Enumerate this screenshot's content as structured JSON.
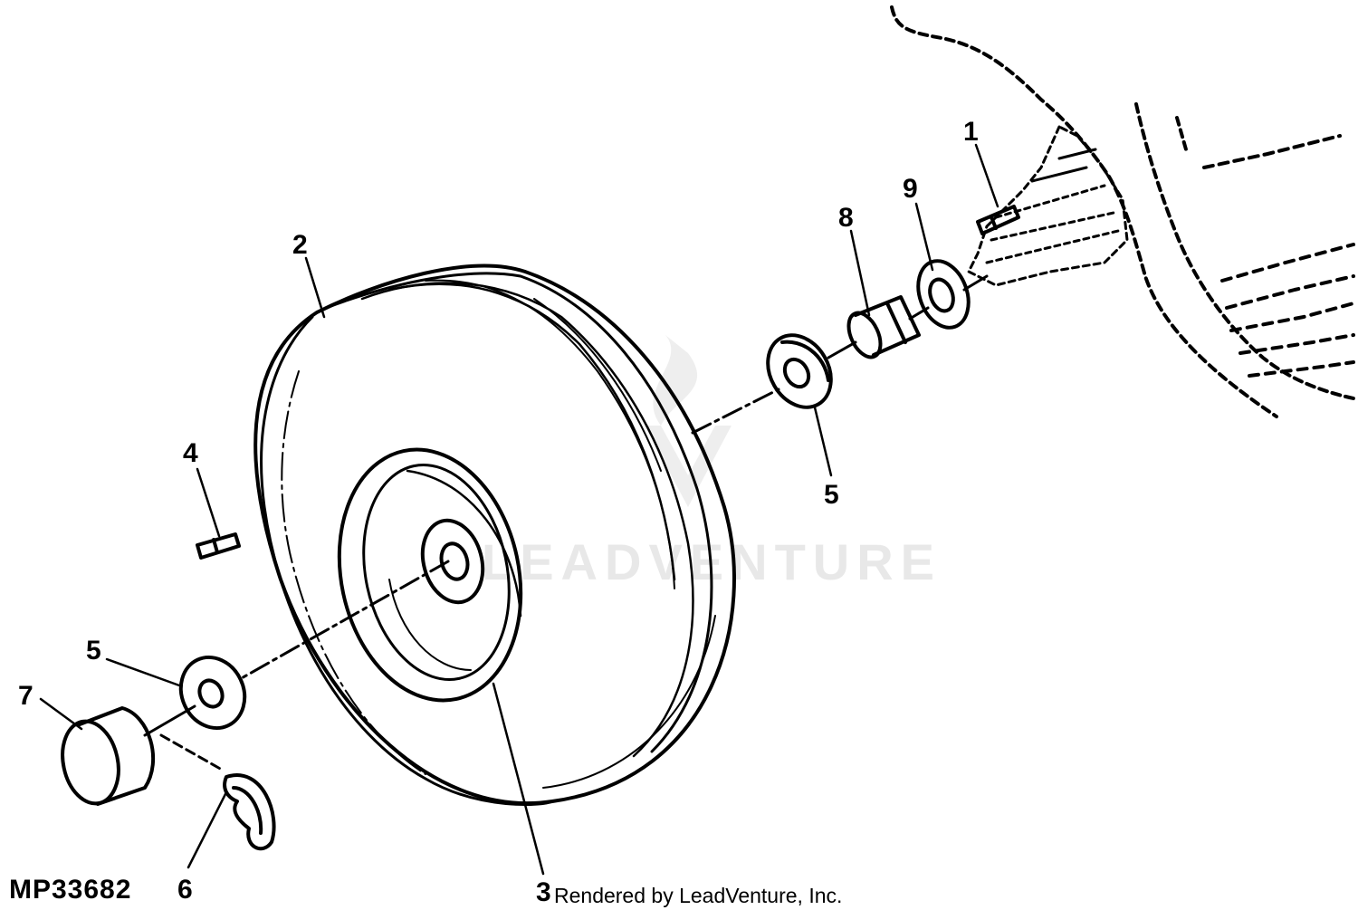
{
  "figure": {
    "code": "MP33682",
    "footer": "Rendered by LeadVenture, Inc.",
    "watermark": "LEADVENTURE"
  },
  "callouts": {
    "c1": "1",
    "c2": "2",
    "c3": "3",
    "c4": "4",
    "c5_upper": "5",
    "c5_lower": "5",
    "c6": "6",
    "c7": "7",
    "c8": "8",
    "c9": "9"
  },
  "colors": {
    "ink": "#000000",
    "background": "#ffffff",
    "watermark": "#e6e6e6"
  }
}
